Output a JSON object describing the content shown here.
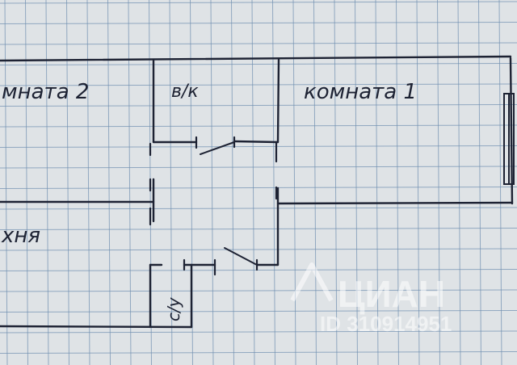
{
  "plan": {
    "labels": {
      "room2": "мната 2",
      "wc": "в/к",
      "room1": "комната 1",
      "kitchen": "хня",
      "bathroom": "с/у"
    },
    "watermark": {
      "brand": "ЦИАН",
      "id_text": "ID 310914951"
    }
  },
  "colors": {
    "paper": "#dfe3e6",
    "grid": "#6f8fb0",
    "ink": "#1d2233"
  }
}
